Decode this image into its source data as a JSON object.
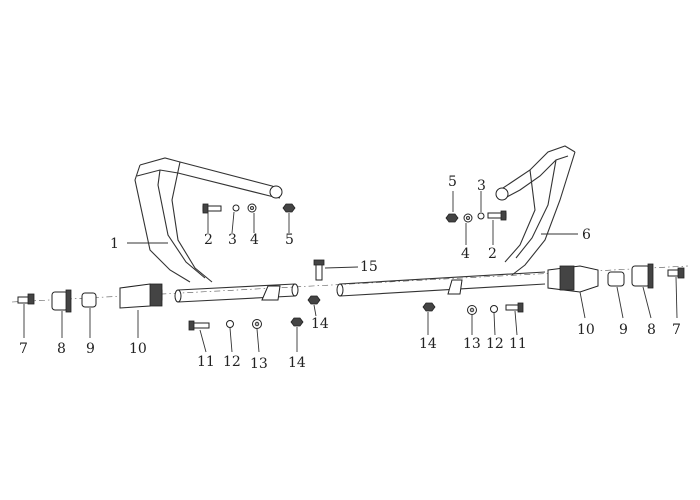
{
  "callouts": [
    {
      "id": "c1",
      "text": "1"
    },
    {
      "id": "c2a",
      "text": "2"
    },
    {
      "id": "c3a",
      "text": "3"
    },
    {
      "id": "c4a",
      "text": "4"
    },
    {
      "id": "c5a",
      "text": "5"
    },
    {
      "id": "c5b",
      "text": "5"
    },
    {
      "id": "c3b",
      "text": "3"
    },
    {
      "id": "c4b",
      "text": "4"
    },
    {
      "id": "c2b",
      "text": "2"
    },
    {
      "id": "c6",
      "text": "6"
    },
    {
      "id": "c15",
      "text": "15"
    },
    {
      "id": "c14a",
      "text": "14"
    },
    {
      "id": "c7a",
      "text": "7"
    },
    {
      "id": "c8a",
      "text": "8"
    },
    {
      "id": "c9a",
      "text": "9"
    },
    {
      "id": "c10a",
      "text": "10"
    },
    {
      "id": "c11a",
      "text": "11"
    },
    {
      "id": "c12a",
      "text": "12"
    },
    {
      "id": "c13a",
      "text": "13"
    },
    {
      "id": "c14b",
      "text": "14"
    },
    {
      "id": "c14c",
      "text": "14"
    },
    {
      "id": "c13b",
      "text": "13"
    },
    {
      "id": "c12b",
      "text": "12"
    },
    {
      "id": "c11b",
      "text": "11"
    },
    {
      "id": "c10b",
      "text": "10"
    },
    {
      "id": "c9b",
      "text": "9"
    },
    {
      "id": "c8b",
      "text": "8"
    },
    {
      "id": "c7b",
      "text": "7"
    }
  ]
}
